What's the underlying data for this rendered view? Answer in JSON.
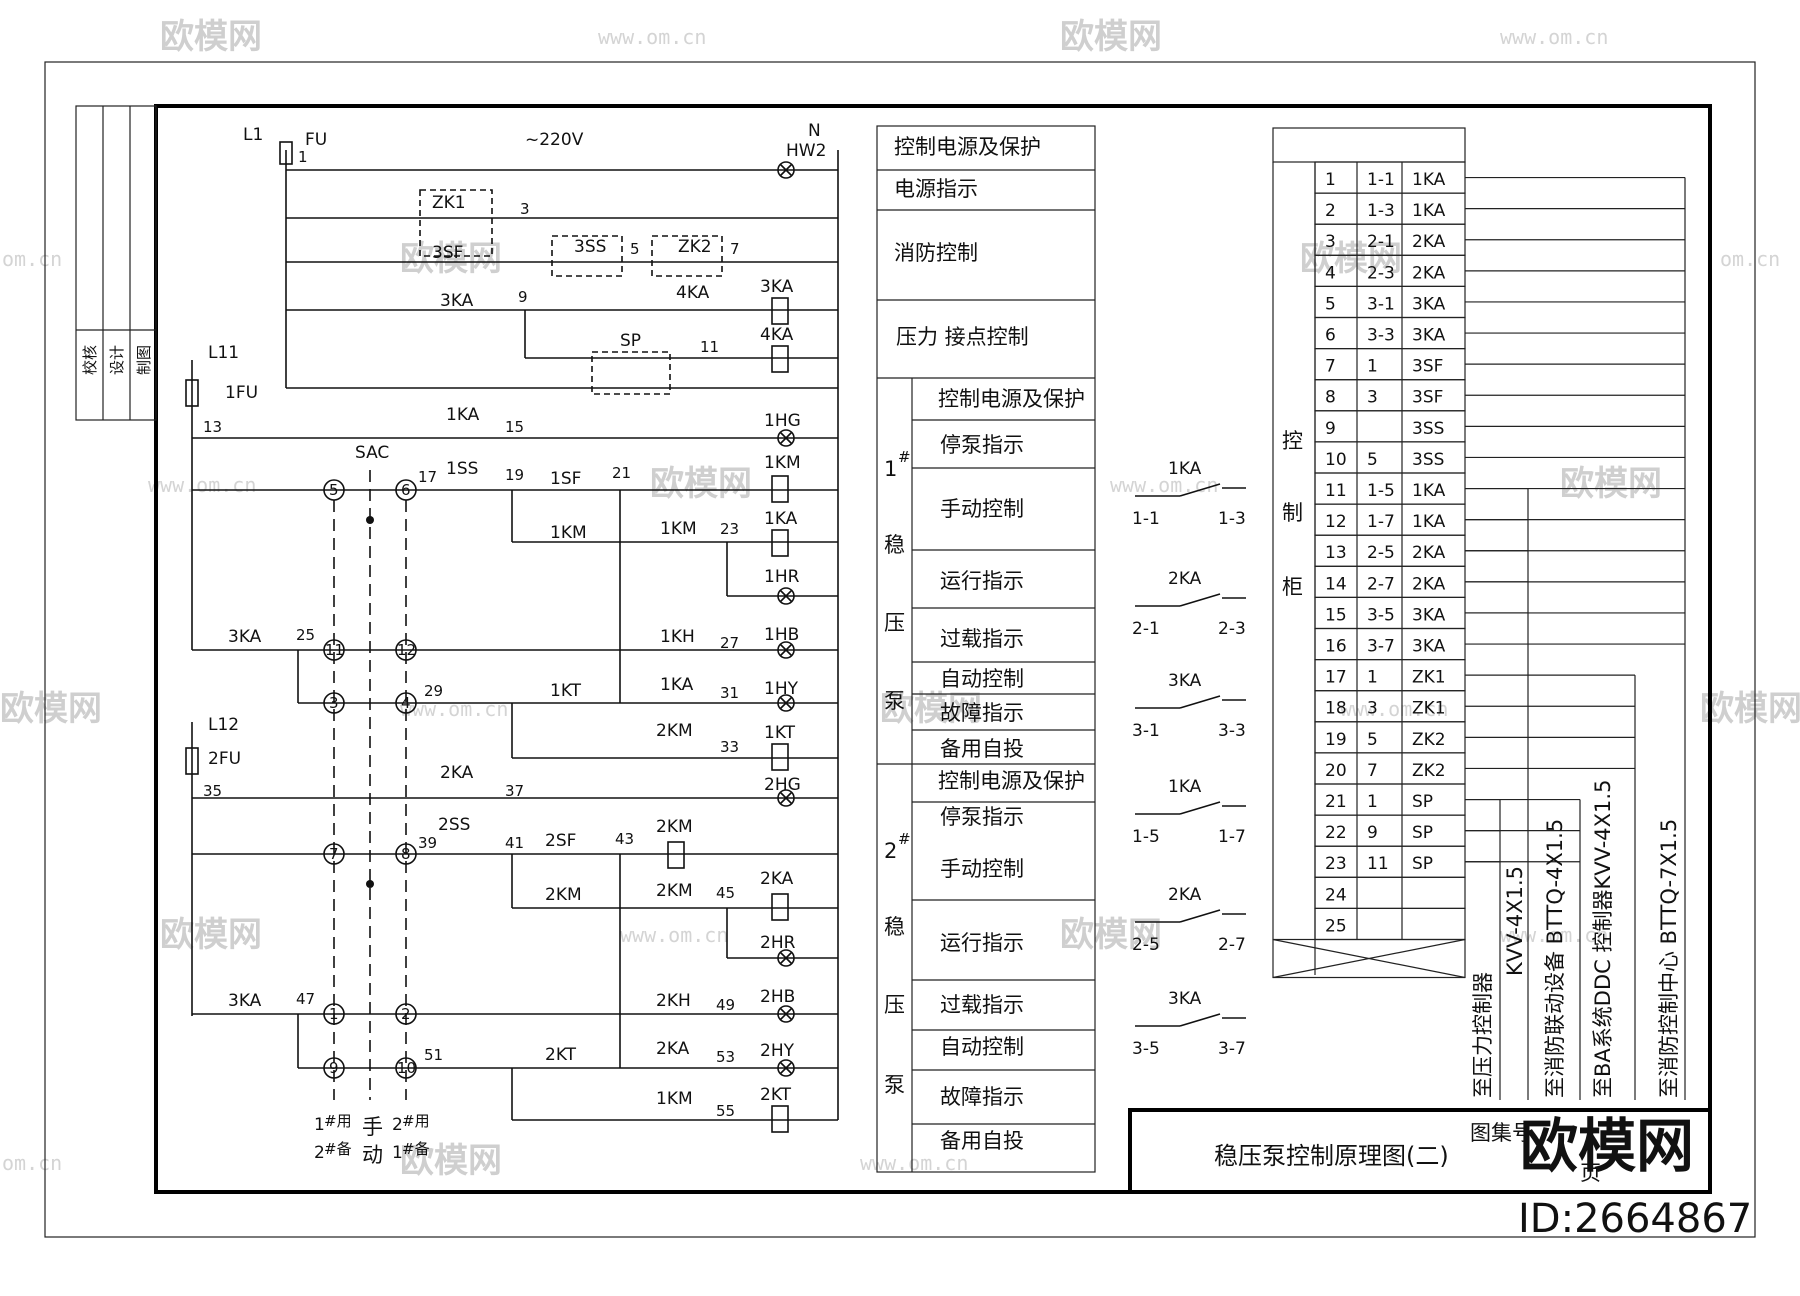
{
  "watermarks": {
    "brand": "欧模网",
    "url": "www.om.cn",
    "url_short": "om.cn"
  },
  "title_block": {
    "checker": "校核",
    "designer": "设计",
    "drafter": "制图",
    "drawing_title": "稳压泵控制原理图(二)",
    "sheet_label": "图集号",
    "page_label": "页"
  },
  "brand_logo": {
    "name": "欧模网",
    "id": "ID:2664867"
  },
  "circuit": {
    "supply": "~220V",
    "l1": "L1",
    "fu": "FU",
    "n": "N",
    "hw2": "HW2",
    "l11": "L11",
    "fu1": "1FU",
    "l12": "L12",
    "fu2": "2FU",
    "sac": "SAC",
    "components": {
      "zk1": "ZK1",
      "sf3": "3SF",
      "ss3": "3SS",
      "zk2": "ZK2",
      "ka3a": "3KA",
      "ka3b": "3KA",
      "ka4": "4KA",
      "ka4c": "4KA",
      "sp": "SP",
      "ka1": "1KA",
      "hg1": "1HG",
      "ss1": "1SS",
      "sf1": "1SF",
      "km1": "1KM",
      "km1b": "1KM",
      "km1c": "1KM",
      "ka1b": "1KA",
      "hr1": "1HR",
      "ka3c": "3KA",
      "kh1": "1KH",
      "hb1": "1HB",
      "kt1": "1KT",
      "ka1c": "1KA",
      "hy1": "1HY",
      "km2": "2KM",
      "kt1c": "1KT",
      "ka2": "2KA",
      "hg2": "2HG",
      "ss2": "2SS",
      "sf2": "2SF",
      "km2b": "2KM",
      "km2c": "2KM",
      "km2d": "2KM",
      "ka2b": "2KA",
      "hr2": "2HR",
      "ka3d": "3KA",
      "kh2": "2KH",
      "hb2": "2HB",
      "kt2": "2KT",
      "ka2c": "2KA",
      "hy2": "2HY",
      "km1d": "1KM",
      "kt2c": "2KT"
    },
    "nodes": {
      "n1": "1",
      "n3": "3",
      "n5": "5",
      "n7": "7",
      "n9": "9",
      "n11": "11",
      "n13": "13",
      "n15": "15",
      "n17": "17",
      "n19": "19",
      "n21": "21",
      "n23": "23",
      "n25": "25",
      "n27": "27",
      "n29": "29",
      "n31": "31",
      "n33": "33",
      "n35": "35",
      "n37": "37",
      "n39": "39",
      "n41": "41",
      "n43": "43",
      "n45": "45",
      "n47": "47",
      "n49": "49",
      "n51": "51",
      "n53": "53",
      "n55": "55"
    },
    "circles": {
      "c5": "5",
      "c6": "6",
      "c11": "11",
      "c12": "12",
      "c3": "3",
      "c4": "4",
      "c7": "7",
      "c8": "8",
      "c1": "1",
      "c2": "2",
      "c9": "9",
      "c10": "10"
    },
    "switch_labels": {
      "s1a": "1",
      "s1b": "#用",
      "s1c": "2",
      "s1d": "#备",
      "s1e": "动",
      "s2a": "手",
      "s3a": "2",
      "s3b": "#用",
      "s3c": "1",
      "s3d": "#备"
    }
  },
  "function_table": {
    "top": [
      "控制电源及保护",
      "电源指示",
      "消防控制",
      "压力 接点控制"
    ],
    "pump1": {
      "label": [
        "1",
        "#",
        "稳",
        "压",
        "泵"
      ],
      "rows": [
        "控制电源及保护",
        "停泵指示",
        "手动控制",
        "运行指示",
        "过载指示",
        "自动控制",
        "故障指示",
        "备用自投"
      ]
    },
    "pump2": {
      "label": [
        "2",
        "#",
        "稳",
        "压",
        "泵"
      ],
      "rows": [
        "控制电源及保护",
        "停泵指示",
        "手动控制",
        "运行指示",
        "过载指示",
        "自动控制",
        "故障指示",
        "备用自投"
      ]
    }
  },
  "contacts": [
    {
      "name": "1KA",
      "left": "1-1",
      "right": "1-3"
    },
    {
      "name": "2KA",
      "left": "2-1",
      "right": "2-3"
    },
    {
      "name": "3KA",
      "left": "3-1",
      "right": "3-3"
    },
    {
      "name": "1KA",
      "left": "1-5",
      "right": "1-7"
    },
    {
      "name": "2KA",
      "left": "2-5",
      "right": "2-7"
    },
    {
      "name": "3KA",
      "left": "3-5",
      "right": "3-7"
    }
  ],
  "terminal_table": {
    "side_label": [
      "控",
      "制",
      "柜"
    ],
    "rows": [
      [
        "1",
        "1-1",
        "1KA"
      ],
      [
        "2",
        "1-3",
        "1KA"
      ],
      [
        "3",
        "2-1",
        "2KA"
      ],
      [
        "4",
        "2-3",
        "2KA"
      ],
      [
        "5",
        "3-1",
        "3KA"
      ],
      [
        "6",
        "3-3",
        "3KA"
      ],
      [
        "7",
        "1",
        "3SF"
      ],
      [
        "8",
        "3",
        "3SF"
      ],
      [
        "9",
        "",
        "3SS"
      ],
      [
        "10",
        "5",
        "3SS"
      ],
      [
        "11",
        "1-5",
        "1KA"
      ],
      [
        "12",
        "1-7",
        "1KA"
      ],
      [
        "13",
        "2-5",
        "2KA"
      ],
      [
        "14",
        "2-7",
        "2KA"
      ],
      [
        "15",
        "3-5",
        "3KA"
      ],
      [
        "16",
        "3-7",
        "3KA"
      ],
      [
        "17",
        "1",
        "ZK1"
      ],
      [
        "18",
        "3",
        "ZK1"
      ],
      [
        "19",
        "5",
        "ZK2"
      ],
      [
        "20",
        "7",
        "ZK2"
      ],
      [
        "21",
        "1",
        "SP"
      ],
      [
        "22",
        "9",
        "SP"
      ],
      [
        "23",
        "11",
        "SP"
      ],
      [
        "24",
        "",
        ""
      ],
      [
        "25",
        "",
        ""
      ]
    ],
    "cables": [
      "至压力控制器",
      "KVV-4X1.5",
      "至消防联动设备 BTTQ-4X1.5",
      "至BA系统DDC 控制器KVV-4X1.5",
      "至消防控制中心 BTTQ-7X1.5"
    ]
  }
}
